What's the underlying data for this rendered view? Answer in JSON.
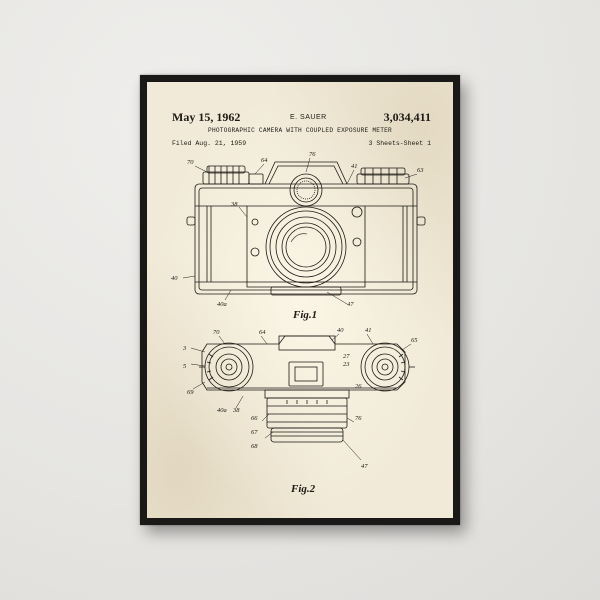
{
  "patent": {
    "date": "May 15, 1962",
    "inventor": "E. SAUER",
    "number": "3,034,411",
    "title": "PHOTOGRAPHIC CAMERA WITH COUPLED EXPOSURE METER",
    "filed": "Filed Aug. 21, 1959",
    "sheets": "3 Sheets-Sheet 1"
  },
  "figures": {
    "fig1": "Fig.1",
    "fig2": "Fig.2"
  },
  "refs": {
    "r70a": "70",
    "r64a": "64",
    "r76": "76",
    "r41a": "41",
    "r63": "63",
    "r38a": "38",
    "r40a": "40",
    "r40b": "40a",
    "r47a": "47",
    "r70b": "70",
    "r64b": "64",
    "r40c": "40",
    "r41b": "41",
    "r65": "65",
    "r3": "3",
    "r5": "5",
    "r69": "69",
    "r27": "27",
    "r23": "23",
    "r26": "26",
    "r40d": "40a",
    "r38b": "38",
    "r66": "66",
    "r67": "67",
    "r68": "68",
    "r76b": "76",
    "r47b": "47"
  },
  "colors": {
    "ink": "#1d1a16",
    "paper": "#f1ead8",
    "frame": "#1a1918",
    "wall": "#e9e8e6"
  }
}
